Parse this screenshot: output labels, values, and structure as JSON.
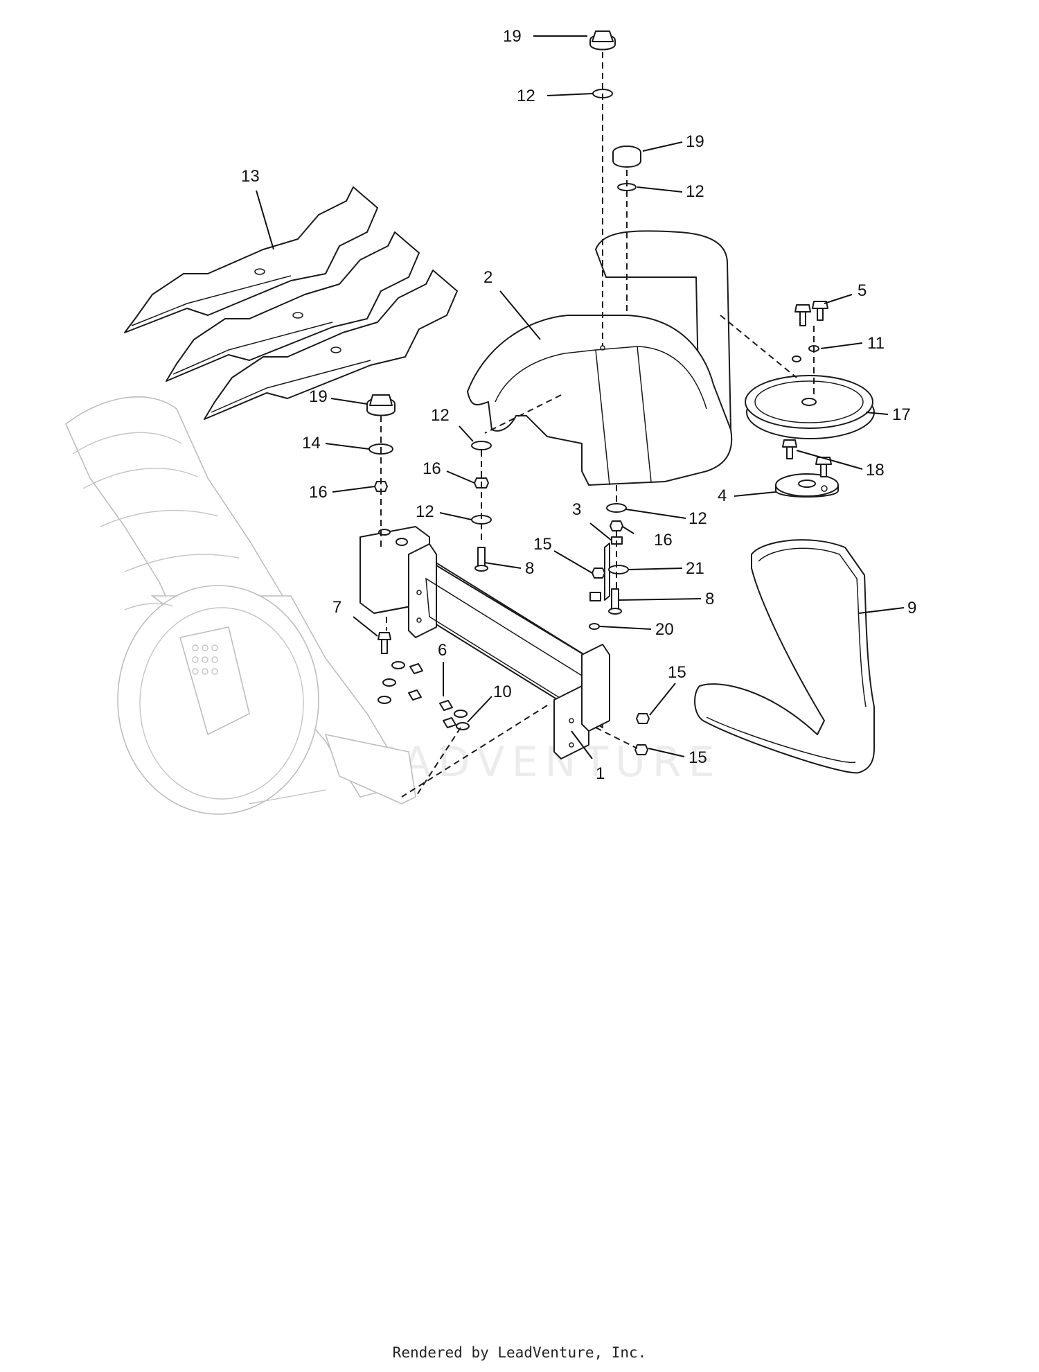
{
  "footer": "Rendered by LeadVenture, Inc.",
  "watermark": "LEADVENTURE",
  "callouts": [
    {
      "id": "c19a",
      "text": "19"
    },
    {
      "id": "c12a",
      "text": "12"
    },
    {
      "id": "c19b",
      "text": "19"
    },
    {
      "id": "c12b",
      "text": "12"
    },
    {
      "id": "c13",
      "text": "13"
    },
    {
      "id": "c2",
      "text": "2"
    },
    {
      "id": "c5",
      "text": "5"
    },
    {
      "id": "c11",
      "text": "11"
    },
    {
      "id": "c17",
      "text": "17"
    },
    {
      "id": "c19c",
      "text": "19"
    },
    {
      "id": "c12c",
      "text": "12"
    },
    {
      "id": "c14",
      "text": "14"
    },
    {
      "id": "c16a",
      "text": "16"
    },
    {
      "id": "c16b",
      "text": "16"
    },
    {
      "id": "c18",
      "text": "18"
    },
    {
      "id": "c4",
      "text": "4"
    },
    {
      "id": "c12d",
      "text": "12"
    },
    {
      "id": "c3",
      "text": "3"
    },
    {
      "id": "c12e",
      "text": "12"
    },
    {
      "id": "c16c",
      "text": "16"
    },
    {
      "id": "c15a",
      "text": "15"
    },
    {
      "id": "c21",
      "text": "21"
    },
    {
      "id": "c8a",
      "text": "8"
    },
    {
      "id": "c8b",
      "text": "8"
    },
    {
      "id": "c9",
      "text": "9"
    },
    {
      "id": "c7",
      "text": "7"
    },
    {
      "id": "c20",
      "text": "20"
    },
    {
      "id": "c6",
      "text": "6"
    },
    {
      "id": "c15b",
      "text": "15"
    },
    {
      "id": "c10",
      "text": "10"
    },
    {
      "id": "c15c",
      "text": "15"
    },
    {
      "id": "c1",
      "text": "1"
    }
  ]
}
